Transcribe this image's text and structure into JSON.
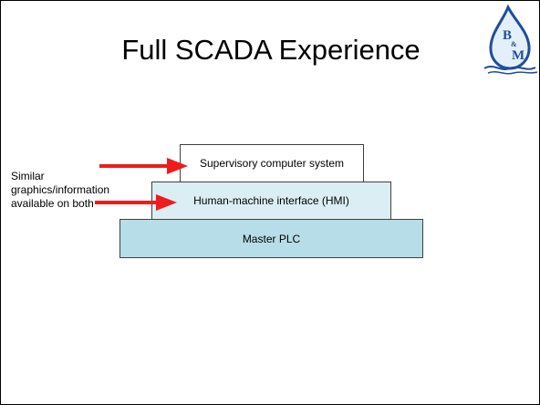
{
  "slide": {
    "title": "Full SCADA Experience"
  },
  "logo": {
    "letter_top": "B",
    "letter_mid": "&",
    "letter_bottom": "M",
    "primary_color": "#1f4e9c",
    "fill_color": "#e3f0fa"
  },
  "diagram": {
    "layers": [
      {
        "label": "Supervisory computer system",
        "fill": "#ffffff"
      },
      {
        "label": "Human-machine interface (HMI)",
        "fill": "#dbeef3"
      },
      {
        "label": "Master PLC",
        "fill": "#b7dde8"
      }
    ],
    "annotation_lines": [
      "Similar",
      "graphics/information",
      "available on both"
    ],
    "arrow_color": "#ee1c1c"
  }
}
